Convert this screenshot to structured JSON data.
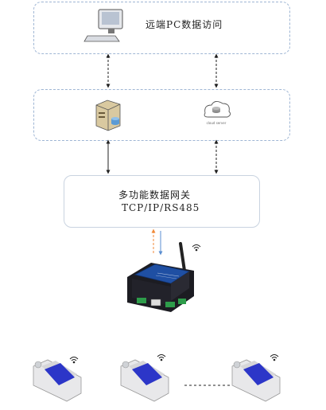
{
  "remote_access": {
    "label": "远端PC数据访问"
  },
  "server": {
    "cloud_caption": "cloud server"
  },
  "gateway": {
    "line1": "多功能数据网关",
    "line2": "TCP/IP/RS485"
  },
  "colors": {
    "dashed_border": "#9fb6d4",
    "arrow_orange": "#f08a3a",
    "arrow_blue": "#5a8ed0",
    "device_blue": "#1f4fa3",
    "sensor_blue": "#2c36c8",
    "device_dark": "#1c1c22"
  },
  "icons": [
    "computer-icon",
    "server-icon",
    "cloud-server-icon",
    "wifi-icon",
    "gateway-device-icon",
    "sensor-device-icon"
  ]
}
